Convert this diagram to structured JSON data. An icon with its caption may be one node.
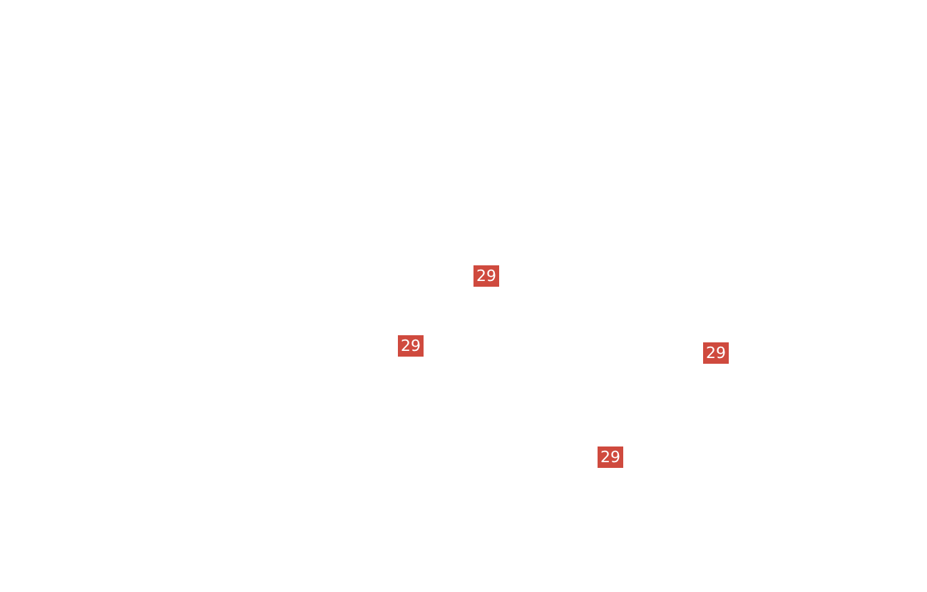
{
  "diagram": {
    "labels": [
      "29",
      "29",
      "29",
      "29"
    ]
  }
}
